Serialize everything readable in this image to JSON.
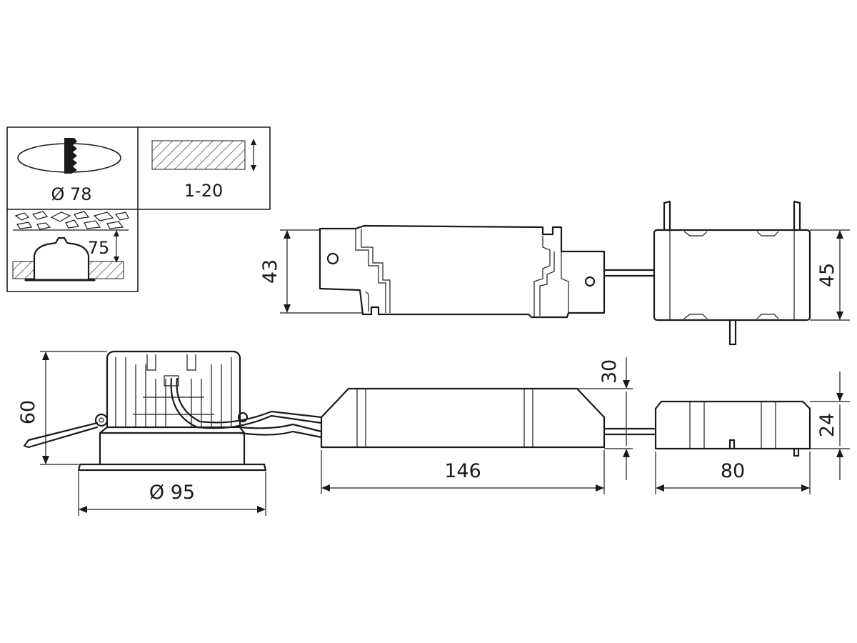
{
  "install_table": {
    "cutout_label": "Ø 78",
    "ceiling_thickness_label": "1-20",
    "recess_depth_label": "75"
  },
  "top_view": {
    "driver_height_label": "43",
    "box_height_label": "45"
  },
  "side_view": {
    "lamp_height_label": "60",
    "lamp_diameter_label": "Ø 95",
    "driver_length_label": "146",
    "driver_height_label": "30",
    "box_length_label": "80",
    "box_height_label": "24"
  },
  "colors": {
    "line": "#1a1a1a",
    "background": "#ffffff"
  }
}
